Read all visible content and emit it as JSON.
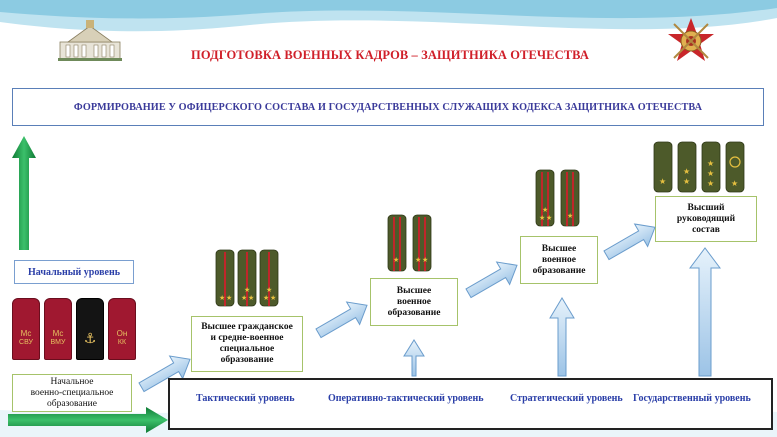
{
  "header": {
    "title": "ПОДГОТОВКА ВОЕННЫХ КАДРОВ – ЗАЩИТНИКА ОТЕЧЕСТВА"
  },
  "banner": {
    "text": "ФОРМИРОВАНИЕ  У ОФИЦЕРСКОГО СОСТАВА И ГОСУДАРСТВЕННЫХ СЛУЖАЩИХ  КОДЕКСА ЗАЩИТНИКА ОТЕЧЕСТВА"
  },
  "start_level": "Начальный уровень",
  "cadet_straps": [
    {
      "top": "Мс",
      "bottom": "СВУ"
    },
    {
      "top": "Мс",
      "bottom": "ВМУ"
    },
    {
      "top": "",
      "bottom": ""
    },
    {
      "top": "Он",
      "bottom": "КК"
    }
  ],
  "steps": [
    {
      "lines": [
        "Начальное",
        "военно-специальное",
        "образование"
      ]
    },
    {
      "lines": [
        "Высшее гражданское",
        "и  средне-военное",
        "специальное",
        "образование"
      ]
    },
    {
      "lines": [
        "Высшее",
        "военное",
        "образование"
      ]
    },
    {
      "lines": [
        "Высшее",
        "военное",
        "образование"
      ]
    },
    {
      "lines": [
        "Высший",
        "руководящий",
        "состав"
      ]
    }
  ],
  "levels": [
    "Тактический уровень",
    "Оперативно-тактический уровень",
    "Стратегический уровень",
    "Государственный уровень"
  ],
  "colors": {
    "title_red": "#d0202a",
    "arrow_green": "#1f9a4a",
    "arrow_blue": "#a9cbe9",
    "strap_green": "#4d5a2a",
    "stripe_red": "#c0262a"
  }
}
